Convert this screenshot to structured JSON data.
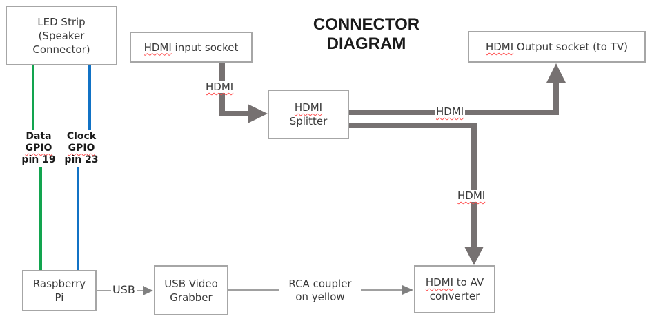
{
  "title": "CONNECTOR DIAGRAM",
  "boxes": {
    "led_strip": {
      "line1": "LED Strip",
      "line2": "(Speaker",
      "line3": "Connector)"
    },
    "hdmi_input_socket": {
      "hdmi": "HDMI",
      "rest": " input socket"
    },
    "hdmi_output_socket": {
      "hdmi": "HDMI",
      "rest": " Output socket (to TV)"
    },
    "hdmi_splitter": {
      "hdmi": "HDMI",
      "line2": "Splitter"
    },
    "hdmi_av_converter": {
      "hdmi": "HDMI",
      "rest": " to AV",
      "line2": "converter"
    },
    "raspberry_pi": {
      "line1": "Raspberry",
      "line2": "Pi"
    },
    "usb_video_grabber": {
      "line1": "USB Video",
      "line2": "Grabber"
    }
  },
  "wire_labels": {
    "hdmi_in_cable": "HDMI",
    "hdmi_to_tv_cable": "HDMI",
    "hdmi_to_av_cable": "HDMI",
    "usb_cable": "USB",
    "rca_line1": "RCA coupler",
    "rca_line2": "on yellow",
    "data_gpio": {
      "line1": "Data",
      "gpio": "GPIO",
      "line3": "pin 19"
    },
    "clock_gpio": {
      "line1": "Clock",
      "gpio": "GPIO",
      "line3": "pin 23"
    }
  },
  "colors": {
    "data_wire_green": "#12a44f",
    "clock_wire_blue": "#1172c5",
    "hdmi_cable_gray": "#767171",
    "thin_connector_gray": "#808080",
    "box_border_gray": "#a6a6a6",
    "spellcheck_red": "#ff4d4d"
  }
}
